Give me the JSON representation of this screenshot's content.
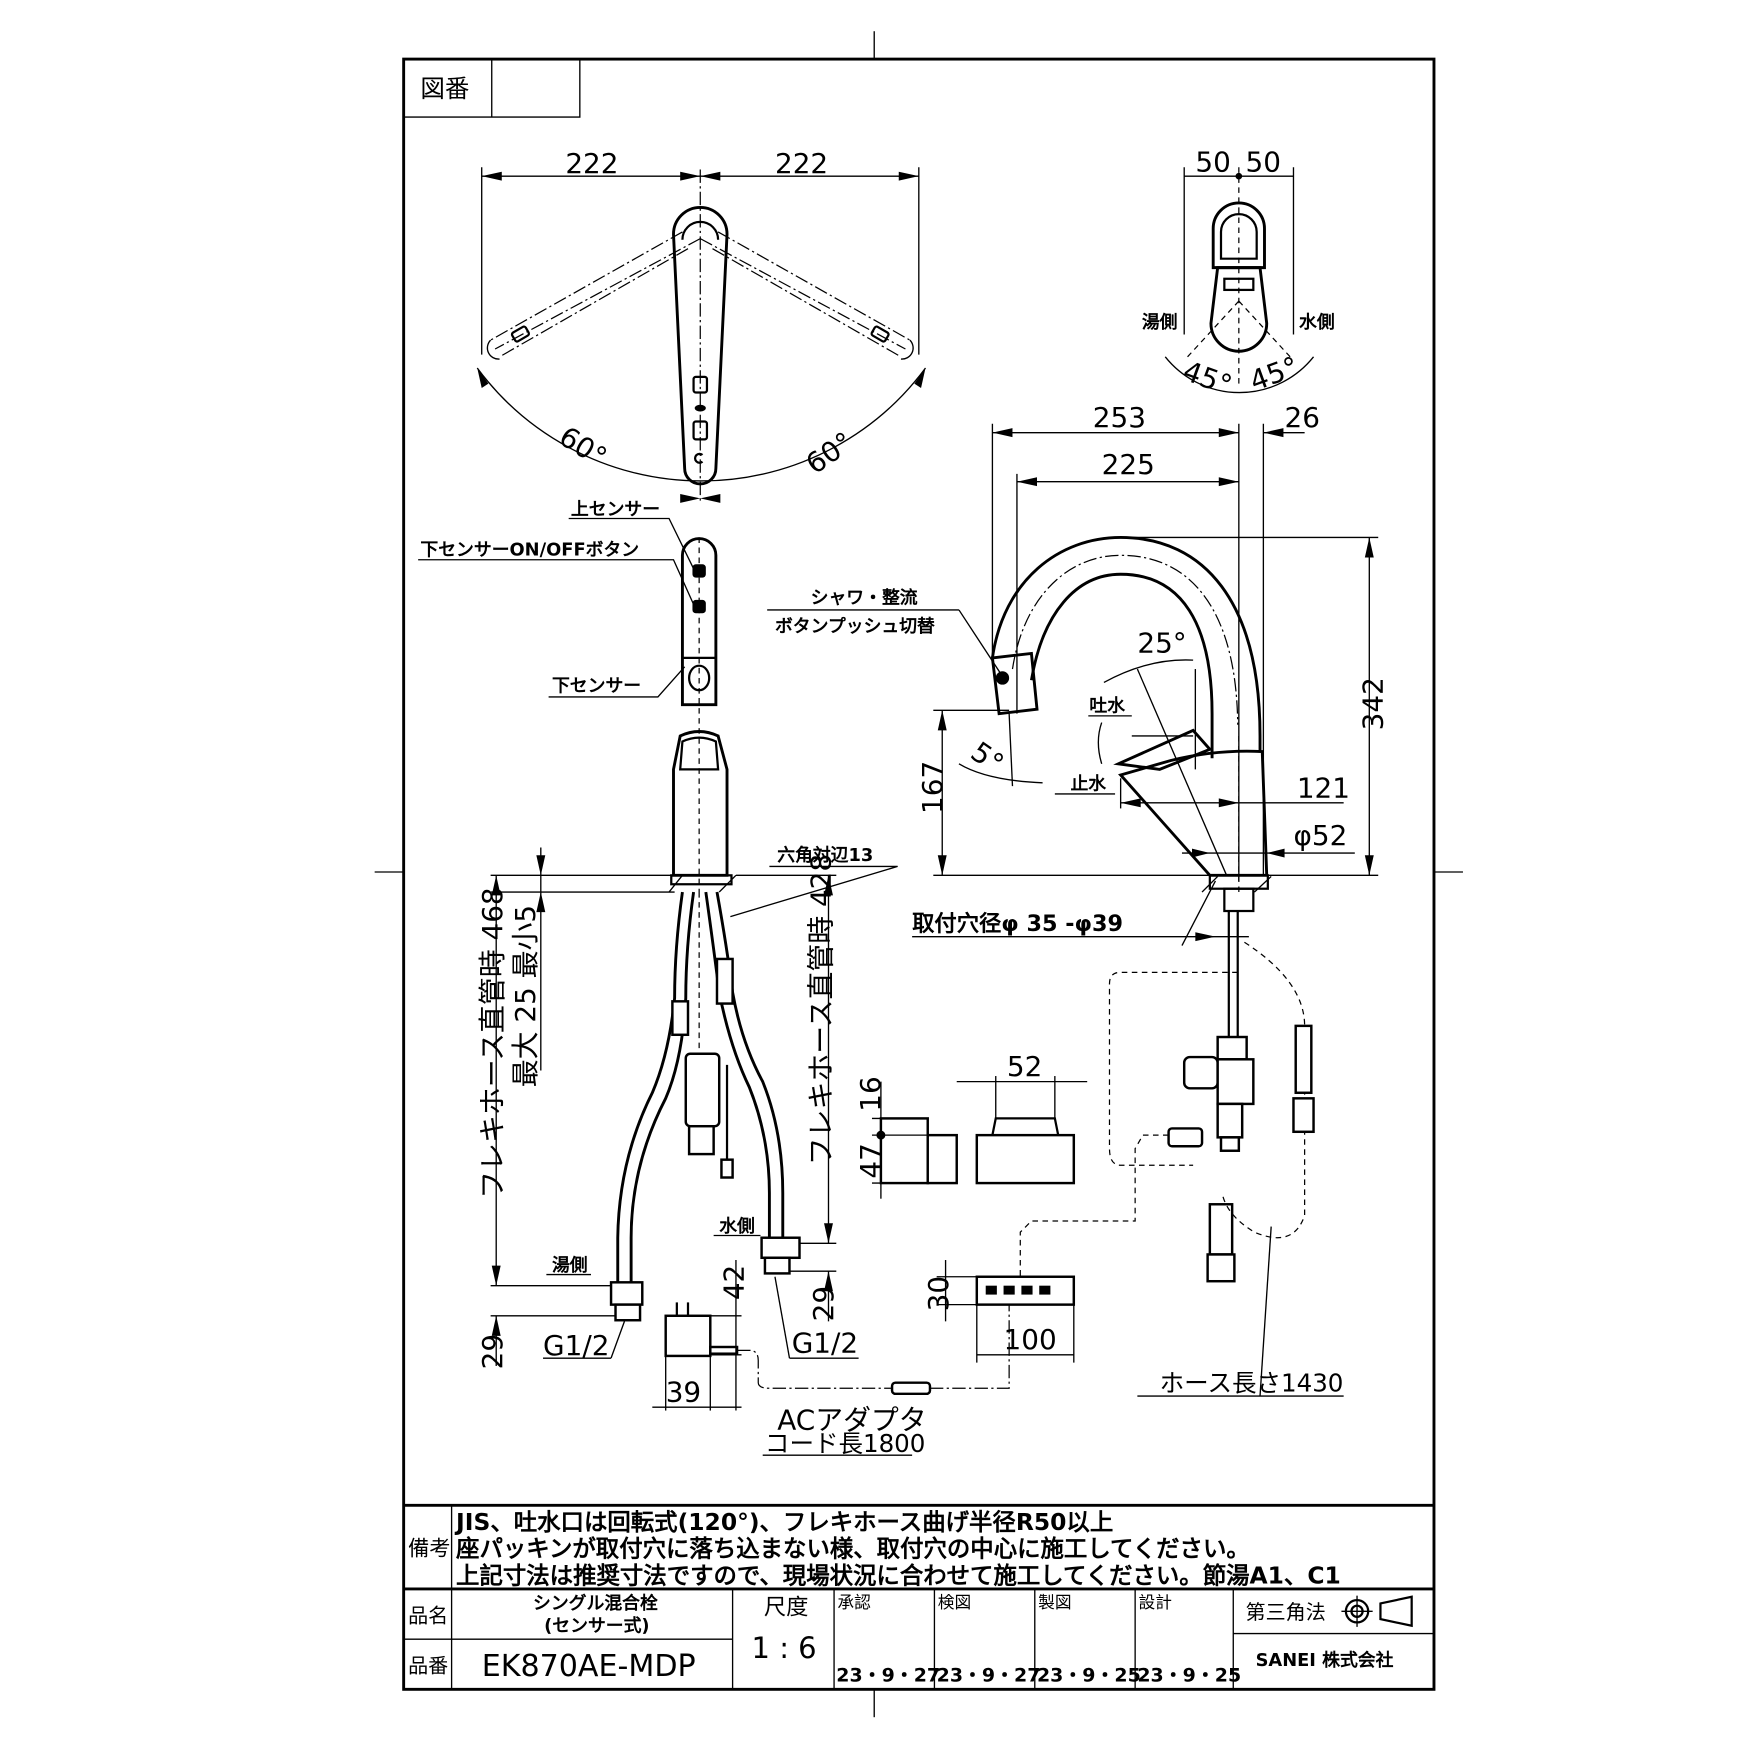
{
  "title_block": {
    "drawing_no_label": "図番",
    "remarks_label": "備考",
    "remarks": [
      "JIS、吐水口は回転式(120°)、フレキホース曲げ半径R50以上",
      "座パッキンが取付穴に落ち込まない様、取付穴の中心に施工してください。",
      "上記寸法は推奨寸法ですので、現場状況に合わせて施工してください。節湯A1、C1"
    ],
    "product_name_label": "品名",
    "product_name": [
      "シングル混合栓",
      "(センサー式)"
    ],
    "product_no_label": "品番",
    "product_no": "EK870AE-MDP",
    "scale_label": "尺度",
    "scale": "1 : 6",
    "approvals": [
      {
        "label": "承認",
        "date": "23・9・27"
      },
      {
        "label": "検図",
        "date": "23・9・27"
      },
      {
        "label": "製図",
        "date": "23・9・25"
      },
      {
        "label": "設計",
        "date": "23・9・25"
      }
    ],
    "projection": "第三角法",
    "company": "SANEI 株式会社"
  },
  "top_view": {
    "dim_left": "222",
    "dim_right": "222",
    "angle_left": "60°",
    "angle_right": "60°"
  },
  "front_view": {
    "dim_left": "50",
    "dim_right": "50",
    "hot_side": "湯側",
    "cold_side": "水側",
    "angle_left": "45°",
    "angle_right": "45°"
  },
  "callouts": {
    "upper_sensor": "上センサー",
    "lower_sensor_button": "下センサーON/OFFボタン",
    "lower_sensor": "下センサー",
    "shower_switch_1": "シャワ・整流",
    "shower_switch_2": "ボタンプッシュ切替",
    "hex": "六角対辺13"
  },
  "side_view": {
    "dim_253": "253",
    "dim_26": "26",
    "dim_225": "225",
    "dim_342": "342",
    "angle_25": "25°",
    "water_on": "吐水",
    "water_off": "止水",
    "angle_5": "5°",
    "dim_167": "167",
    "dim_121": "121",
    "dia_52": "φ52",
    "mount_hole": "取付穴径φ 35 -φ39"
  },
  "under_counter": {
    "hose_hot": "フレキホース直管時 468",
    "thickness": "最大 25 最小5",
    "hose_cold": "フレキホース直管時 428",
    "hot_side": "湯側",
    "cold_side": "水側",
    "thread_left": "G1/2",
    "thread_right": "G1/2",
    "dim_29_left": "29",
    "dim_29_right": "29",
    "dim_42": "42",
    "dim_39": "39",
    "dim_16": "16",
    "dim_47": "47",
    "dim_52": "52",
    "dim_30": "30",
    "dim_100": "100",
    "ac_adapter": "ACアダプタ",
    "cord_length": "コード長1800",
    "hose_length": "ホース長さ1430"
  }
}
